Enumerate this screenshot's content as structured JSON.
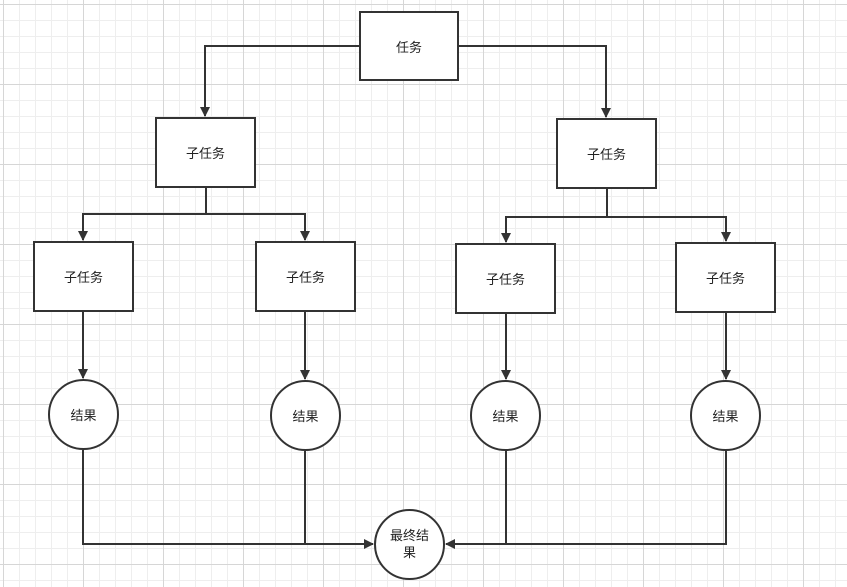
{
  "colors": {
    "line": "#333333",
    "node_fill": "#ffffff",
    "grid_minor": "#eeeeee",
    "grid_major": "#d6d6d6"
  },
  "nodes": {
    "root": "任务",
    "subtask_left": "子任务",
    "subtask_right": "子任务",
    "subtask_ll": "子任务",
    "subtask_lr": "子任务",
    "subtask_rl": "子任务",
    "subtask_rr": "子任务",
    "result_1": "结果",
    "result_2": "结果",
    "result_3": "结果",
    "result_4": "结果",
    "final_result": "最终结果"
  }
}
